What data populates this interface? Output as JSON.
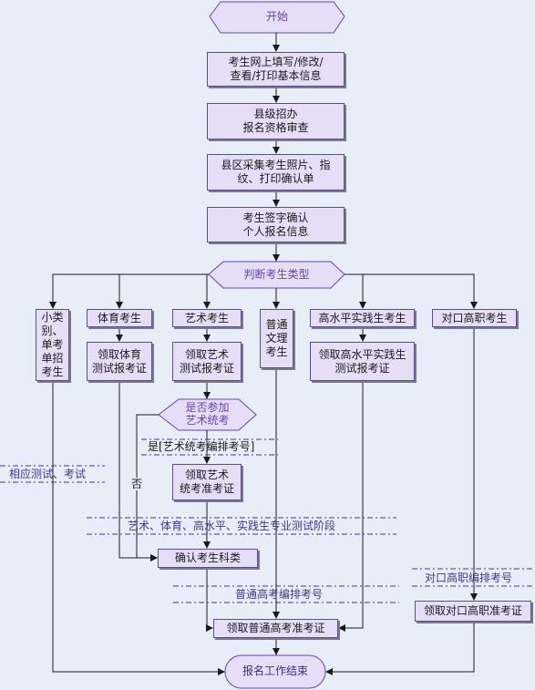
{
  "start": "开始",
  "end": "报名工作结束",
  "steps": [
    "考生网上填写/修改/\n查看/打印基本信息",
    "县级招办\n报名资格审查",
    "县区采集考生照片、指\n纹、打印确认单",
    "考生签字确认\n个人报名信息"
  ],
  "decision_type": "判断考生类型",
  "categories": {
    "small": "小类\n别、\n单考\n单招\n考生",
    "sports": "体育考生",
    "art": "艺术考生",
    "general": "普通\n文理\n考生",
    "practice": "高水平实践生考生",
    "vocational": "对口高职考生"
  },
  "tickets": {
    "sports": "领取体育\n测试报考证",
    "art": "领取艺术\n测试报考证",
    "practice": "领取高水平实践生\n测试报考证",
    "art_unified": "领取艺术\n统考准考证",
    "vocational": "领取对口高职准考证"
  },
  "decision_art": "是否参加\n艺术统考",
  "yes_label": "是[艺术统考编排考号]",
  "no_label": "否",
  "notes": {
    "left_test": "相应测试、考试",
    "test_stage": "艺术、体育、高水平、实践生专业测试阶段",
    "general_numbering": "普通高考编排考号",
    "vocational_numbering": "对口高职编排考号"
  },
  "confirm_subject": "确认考生科类",
  "general_ticket": "领取普通高考准考证",
  "colors": {
    "box_fill": "#E6DEF7",
    "box_border": "#5A4E86",
    "background": "#E8EEF7",
    "line": "#1A1A1A",
    "dash": "#3B3B8C"
  }
}
